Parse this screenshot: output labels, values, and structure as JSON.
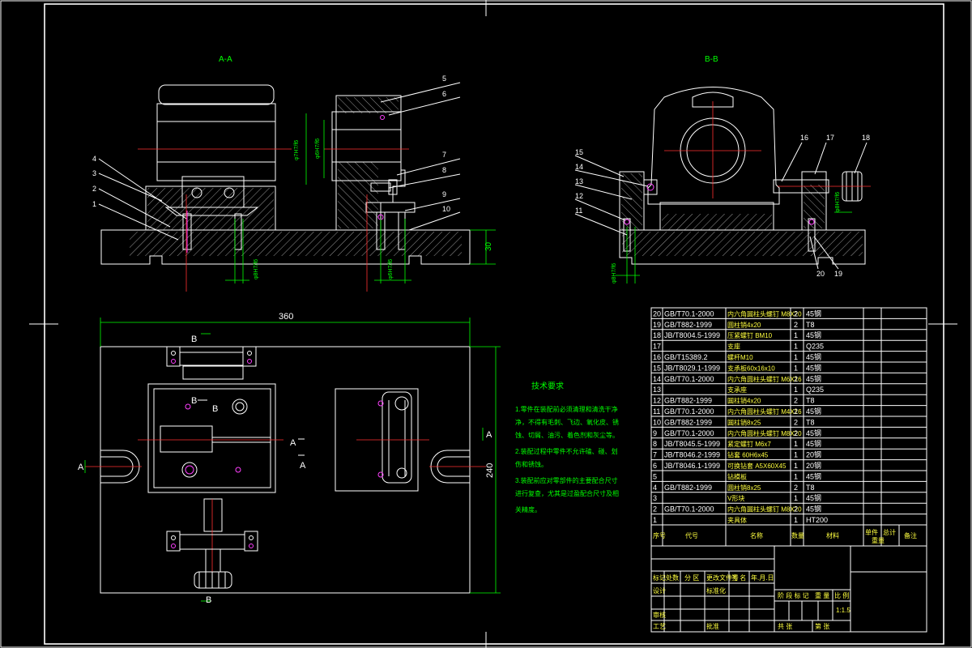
{
  "views": {
    "section_aa": "A-A",
    "section_bb": "B-B"
  },
  "leaders_aa": [
    "1",
    "2",
    "3",
    "4",
    "5",
    "6",
    "7",
    "8",
    "9",
    "10"
  ],
  "leaders_bb": [
    "11",
    "12",
    "13",
    "14",
    "15",
    "16",
    "17",
    "18",
    "19",
    "20"
  ],
  "dims": {
    "d_aa_1": "φ7H7/f6",
    "d_aa_2": "φ6H7/f6",
    "d_aa_3": "30",
    "d_aa_4": "φ8H7/f6",
    "d_aa_5": "φ6H7/f6",
    "d_bb_1": "φ8H7/f6",
    "d_bb_2": "φ8H7/f6",
    "width": "360",
    "height": "240"
  },
  "plan_labels": {
    "b_top": "B",
    "b_bottom": "B",
    "a_left": "A",
    "a_right": "A",
    "b_inner_1": "B",
    "b_inner_2": "B",
    "a_inner_1": "A",
    "a_inner_2": "A"
  },
  "notes": {
    "title": "技术要求",
    "lines": [
      "1.零件在装配前必须清理和清洗干净",
      "净，不得有毛刺、飞边、氧化皮、锈",
      "蚀、切屑、油污、着色剂和灰尘等。",
      "2.装配过程中零件不允许磕、碰、划",
      "伤和锈蚀。",
      "3.装配前应对零部件的主要配合尺寸",
      "进行复查，尤其是过盈配合尺寸及相",
      "关精度。"
    ]
  },
  "bom": {
    "rows": [
      {
        "no": "20",
        "code": "GB/T70.1-2000",
        "name": "内六角圆柱头螺钉 M8X20",
        "qty": "2",
        "mat": "45钢"
      },
      {
        "no": "19",
        "code": "GB/T882-1999",
        "name": "圆柱销4x20",
        "qty": "2",
        "mat": "T8"
      },
      {
        "no": "18",
        "code": "JB/T8004.5-1999",
        "name": "压紧螺钉 BM10",
        "qty": "1",
        "mat": "45钢"
      },
      {
        "no": "17",
        "code": "",
        "name": "支座",
        "qty": "1",
        "mat": "Q235"
      },
      {
        "no": "16",
        "code": "GB/T15389.2",
        "name": "螺杆M10",
        "qty": "1",
        "mat": "45钢"
      },
      {
        "no": "15",
        "code": "JB/T8029.1-1999",
        "name": "支承板60x16x10",
        "qty": "1",
        "mat": "45钢"
      },
      {
        "no": "14",
        "code": "GB/T70.1-2000",
        "name": "内六角圆柱头螺钉 M6X16",
        "qty": "2",
        "mat": "45钢"
      },
      {
        "no": "13",
        "code": "",
        "name": "支承座",
        "qty": "1",
        "mat": "Q235"
      },
      {
        "no": "12",
        "code": "GB/T882-1999",
        "name": "圆柱销4x20",
        "qty": "2",
        "mat": "T8"
      },
      {
        "no": "11",
        "code": "GB/T70.1-2000",
        "name": "内六角圆柱头螺钉 M4X16",
        "qty": "2",
        "mat": "45钢"
      },
      {
        "no": "10",
        "code": "GB/T882-1999",
        "name": "圆柱销8x25",
        "qty": "2",
        "mat": "T8"
      },
      {
        "no": "9",
        "code": "GB/T70.1-2000",
        "name": "内六角圆柱头螺钉 M8X20",
        "qty": "2",
        "mat": "45钢"
      },
      {
        "no": "8",
        "code": "JB/T8045.5-1999",
        "name": "紧定螺钉 M6x7",
        "qty": "1",
        "mat": "45钢"
      },
      {
        "no": "7",
        "code": "JB/T8046.2-1999",
        "name": "钻套 60H6x45",
        "qty": "1",
        "mat": "20钢"
      },
      {
        "no": "6",
        "code": "JB/T8046.1-1999",
        "name": "可换钻套 A5X60X45",
        "qty": "1",
        "mat": "20钢"
      },
      {
        "no": "5",
        "code": "",
        "name": "钻模板",
        "qty": "1",
        "mat": "45钢"
      },
      {
        "no": "4",
        "code": "GB/T882-1999",
        "name": "圆柱销8x25",
        "qty": "2",
        "mat": "T8"
      },
      {
        "no": "3",
        "code": "",
        "name": "V形块",
        "qty": "1",
        "mat": "45钢"
      },
      {
        "no": "2",
        "code": "GB/T70.1-2000",
        "name": "内六角圆柱头螺钉 M8X20",
        "qty": "2",
        "mat": "45钢"
      },
      {
        "no": "1",
        "code": "",
        "name": "夹具体",
        "qty": "1",
        "mat": "HT200"
      }
    ],
    "header": {
      "no": "序号",
      "code": "代号",
      "name": "名称",
      "qty": "数量",
      "mat": "材料",
      "c1": "单件",
      "c2": "总计",
      "c3": "备注",
      "c4": "重量"
    },
    "title_block": {
      "t1": "标记",
      "t2": "处数",
      "t3": "分 区",
      "t4": "更改文件号",
      "t5": "签 名",
      "t6": "年.月.日",
      "t7": "设计",
      "t8": "标准化",
      "t9": "阶 段 标 记",
      "t10": "重 量",
      "t11": "比 例",
      "t12": "审核",
      "t13": "工艺",
      "t14": "批准",
      "t15": "共 张",
      "t16": "第 张",
      "scale": "1:1.5"
    }
  }
}
